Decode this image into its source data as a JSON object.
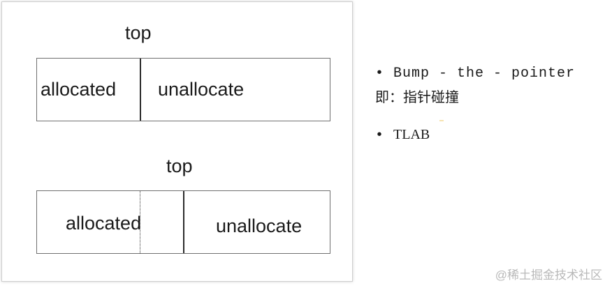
{
  "diagram": {
    "first": {
      "top_label": "top",
      "allocated": "allocated",
      "unallocated": "unallocate"
    },
    "second": {
      "top_label": "top",
      "allocated": "allocated",
      "unallocated": "unallocate"
    }
  },
  "bullets": [
    {
      "text": "Bump - the - pointer",
      "subtext": "即：指针碰撞"
    },
    {
      "text": "TLAB"
    }
  ],
  "watermark": "@稀土掘金技术社区"
}
